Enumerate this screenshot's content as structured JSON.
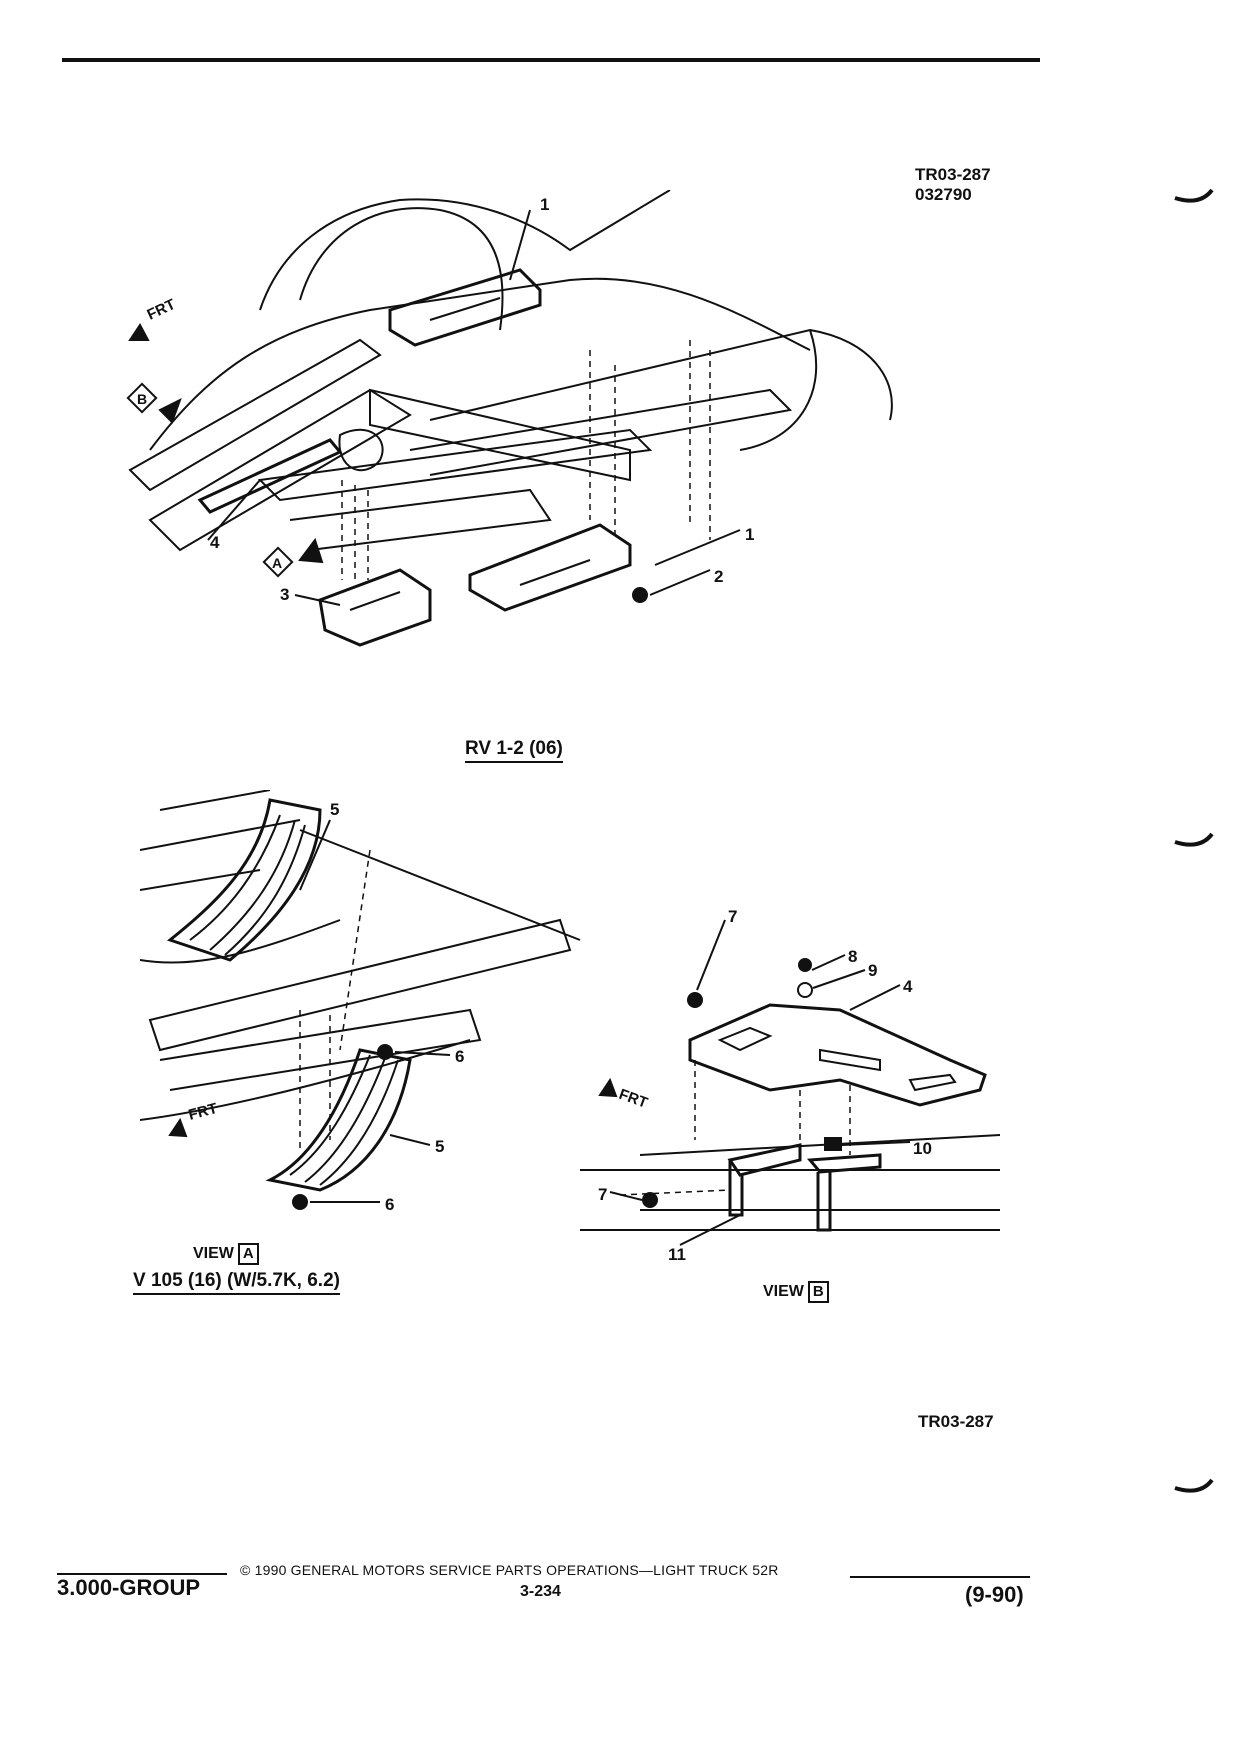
{
  "header": {
    "code_line1": "TR03-287",
    "code_line2": "032790"
  },
  "figure_top": {
    "caption": "RV 1-2 (06)",
    "callouts": [
      "1",
      "1",
      "2",
      "3",
      "4"
    ],
    "direction_label": "FRT",
    "view_markers": [
      "B",
      "A"
    ]
  },
  "figure_left": {
    "view_label": "VIEW",
    "view_letter": "A",
    "caption": "V 105 (16) (W/5.7K, 6.2)",
    "callouts": [
      "5",
      "6",
      "5",
      "6"
    ],
    "direction_label": "FRT"
  },
  "figure_right": {
    "view_label": "VIEW",
    "view_letter": "B",
    "callouts": [
      "7",
      "8",
      "9",
      "4",
      "10",
      "7",
      "11"
    ],
    "direction_label": "FRT"
  },
  "footer_code": "TR03-287",
  "footer": {
    "group": "3.000-GROUP",
    "copyright": "© 1990 GENERAL MOTORS SERVICE PARTS OPERATIONS—LIGHT TRUCK 52R",
    "page": "3-234",
    "date": "(9-90)"
  }
}
